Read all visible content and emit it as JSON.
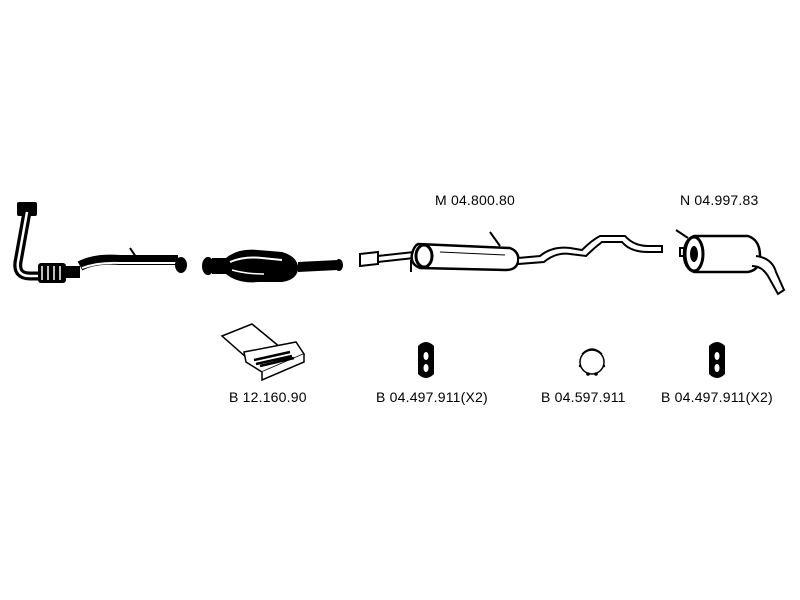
{
  "parts": {
    "center_pipe": {
      "code": "M 04.800.80"
    },
    "rear_muffler": {
      "code": "N 04.997.83"
    },
    "mounting_kit": {
      "code": "B 12.160.90"
    },
    "rubber_hanger_front": {
      "code": "B 04.497.911(X2)"
    },
    "ring_hanger": {
      "code": "B 04.597.911"
    },
    "rubber_hanger_rear": {
      "code": "B 04.497.911(X2)"
    }
  }
}
